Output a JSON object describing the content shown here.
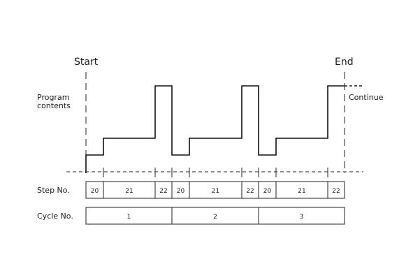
{
  "labels": {
    "start": "Start",
    "end": "End",
    "program_line1": "Program",
    "program_line2": "contents",
    "continue": "Continue",
    "step_no": "Step No.",
    "cycle_no": "Cycle No."
  },
  "steps": [
    "20",
    "21",
    "22",
    "20",
    "21",
    "22",
    "20",
    "21",
    "22"
  ],
  "cycles": [
    "1",
    "2",
    "3"
  ]
}
